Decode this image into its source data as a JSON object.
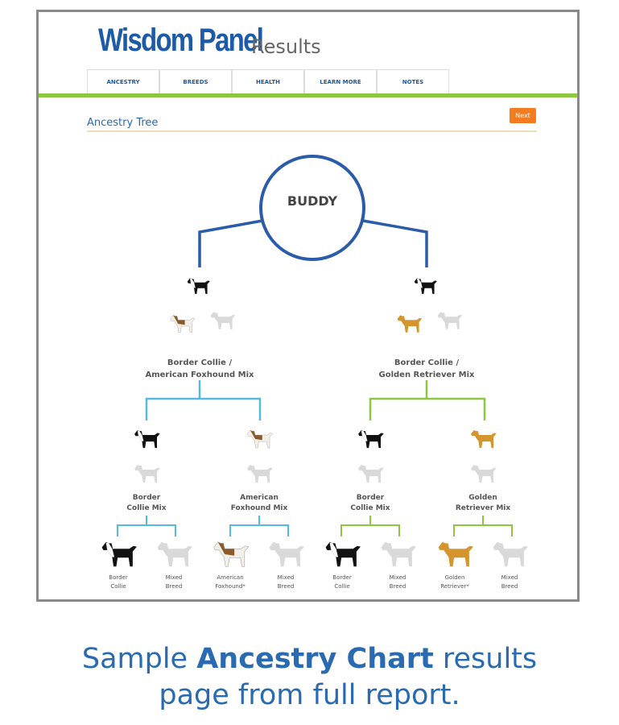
{
  "header": {
    "logo": "Wisdom Panel",
    "title": "Results"
  },
  "nav": {
    "tabs": [
      "ANCESTRY",
      "BREEDS",
      "HEALTH",
      "LEARN MORE",
      "NOTES"
    ]
  },
  "page": {
    "title": "Ancestry Tree",
    "next_label": "Next"
  },
  "colors": {
    "root_line": "#2a5caa",
    "left_line": "#55b9e0",
    "right_line": "#8dc63f",
    "accent": "#f47c20",
    "nav_bar": "#8dc63f"
  },
  "tree": {
    "root": "BUDDY",
    "parents": [
      {
        "line1": "Border Collie /",
        "line2": "American Foxhound Mix",
        "dogs": [
          "border-collie",
          "american-foxhound",
          "unknown"
        ]
      },
      {
        "line1": "Border Collie /",
        "line2": "Golden Retriever Mix",
        "dogs": [
          "border-collie",
          "golden-retriever",
          "unknown"
        ]
      }
    ],
    "grandparents": [
      {
        "line1": "Border",
        "line2": "Collie Mix",
        "dogs": [
          "border-collie",
          "unknown"
        ]
      },
      {
        "line1": "American",
        "line2": "Foxhound Mix",
        "dogs": [
          "american-foxhound",
          "unknown"
        ]
      },
      {
        "line1": "Border",
        "line2": "Collie Mix",
        "dogs": [
          "border-collie",
          "unknown"
        ]
      },
      {
        "line1": "Golden",
        "line2": "Retriever Mix",
        "dogs": [
          "golden-retriever",
          "unknown"
        ]
      }
    ],
    "great_grandparents": [
      {
        "line1": "Border",
        "line2": "Collie",
        "dog": "border-collie"
      },
      {
        "line1": "Mixed",
        "line2": "Breed",
        "dog": "unknown"
      },
      {
        "line1": "American",
        "line2": "Foxhound*",
        "dog": "american-foxhound"
      },
      {
        "line1": "Mixed",
        "line2": "Breed",
        "dog": "unknown"
      },
      {
        "line1": "Border",
        "line2": "Collie",
        "dog": "border-collie"
      },
      {
        "line1": "Mixed",
        "line2": "Breed",
        "dog": "unknown"
      },
      {
        "line1": "Golden",
        "line2": "Retriever*",
        "dog": "golden-retriever"
      },
      {
        "line1": "Mixed",
        "line2": "Breed",
        "dog": "unknown"
      }
    ]
  },
  "caption": {
    "pre": "Sample ",
    "bold": "Ancestry Chart",
    "post": " results",
    "line2": "page from full report."
  }
}
